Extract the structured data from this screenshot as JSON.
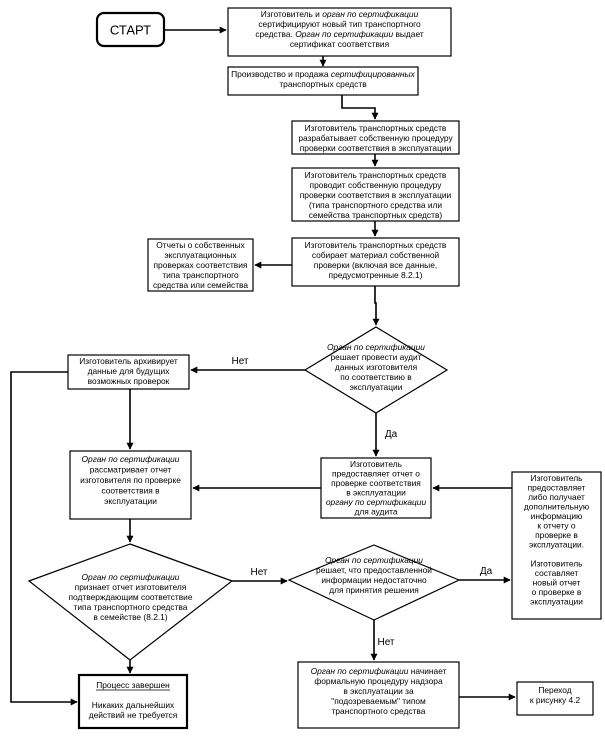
{
  "nodes": {
    "start": [
      "СТАРТ"
    ],
    "certify": [
      "Изготовитель и *орган по сертификации*",
      "сертифицируют новый тип транспортного",
      "средства. *Орган по сертификации* выдает",
      "сертификат соответствия"
    ],
    "production": [
      "Производство и продажа *сертифицированных*",
      "транспортных средств"
    ],
    "develop": [
      "Изготовитель транспортных средств",
      "разрабатывает собственную процедуру",
      "проверки соответствия в эксплуатации"
    ],
    "conduct": [
      "Изготовитель транспортных средств",
      "проводит собственную процедуру",
      "проверки соответствия в эксплуатации",
      "(типа транспортного средства или",
      "семейства транспортных средств)"
    ],
    "collect": [
      "Изготовитель транспортных средств",
      "собирает материал собственной",
      "проверки (включая все данные,",
      "предусмотренные 8.2.1)"
    ],
    "reports": [
      "Отчеты о собственных",
      "эксплуатационных",
      "проверках соответствия",
      "типа транспортного",
      "средства или семейства"
    ],
    "audit_decision": [
      "*Орган по сертификации*",
      "решает провести аудит",
      "данных изготовителя",
      "по соответствию в",
      "эксплуатации"
    ],
    "archive": [
      "Изготовитель архивирует",
      "данные для будущих",
      "возможных проверок"
    ],
    "provide_report": [
      "Изготовитель",
      "предоставляет отчет о",
      "проверке соответствия",
      "в эксплуатации",
      "*органу по сертификации*",
      "для аудита"
    ],
    "review": [
      "*Орган по сертификации*",
      "рассматривает отчет",
      "изготовителя по проверке",
      "соответствия в",
      "эксплуатации"
    ],
    "extra_info": [
      "Изготовитель",
      "предоставляет",
      "либо получает",
      "дополнительную",
      "информацию",
      "к отчету о",
      "проверке в",
      "эксплуатации.",
      "",
      "Изготовитель",
      "составляет",
      "новый отчет",
      "о проверке в",
      "эксплуатации"
    ],
    "confirm_decision": [
      "*Орган по сертификации*",
      "признает отчет изготовителя",
      "подтверждающим соответствие",
      "типа транспортного средства",
      "в семействе (8.2.1)"
    ],
    "info_decision": [
      "*Орган по сертификации*",
      "решает, что предоставленной",
      "информации недостаточно",
      "для принятия решения"
    ],
    "process_done": [
      "Процесс завершен",
      "",
      "Никаких дальнейших",
      "действий не требуется"
    ],
    "formal_procedure": [
      "*Орган по сертификации* начинает",
      "формальную процедуру надзора",
      "в эксплуатации за",
      "\"подозреваемым\" типом",
      "транспортного средства"
    ],
    "goto": [
      "Переход",
      "к рисунку 4.2"
    ]
  },
  "edge_labels": {
    "no_archive": "Нет",
    "yes_audit": "Да",
    "no_done": "Нет",
    "yes_extra": "Да",
    "no_formal": "Нет"
  }
}
